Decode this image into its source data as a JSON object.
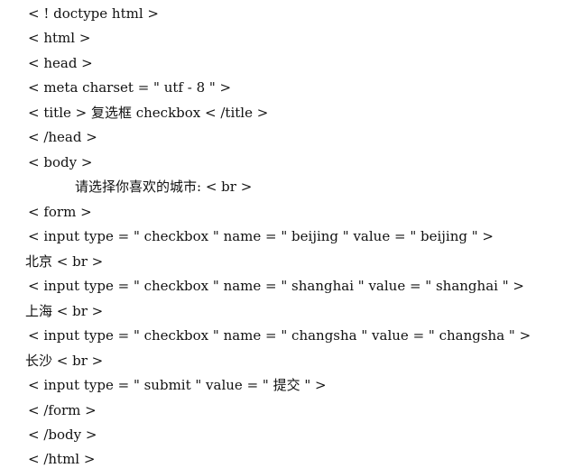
{
  "lines": [
    "< ! doctype html >",
    "< html >",
    "< head >",
    "< meta charset = \" utf - 8 \" >",
    "< title > 复选框 checkbox < /title >",
    "< /head >",
    "< body >",
    "请选择你喜欢的城市: < br >",
    "< form >",
    "< input type = \" checkbox \" name = \" beijing \" value = \" beijing \" >",
    "北京 < br >",
    "< input type = \" checkbox \" name = \" shanghai \" value = \" shanghai \" >",
    "上海 < br >",
    "< input type = \" checkbox \" name = \" changsha \" value = \" changsha \" >",
    "长沙 < br >",
    "< input type = \" submit \" value = \" 提交 \" >",
    "< /form >",
    "< /body >",
    "< /html >"
  ]
}
